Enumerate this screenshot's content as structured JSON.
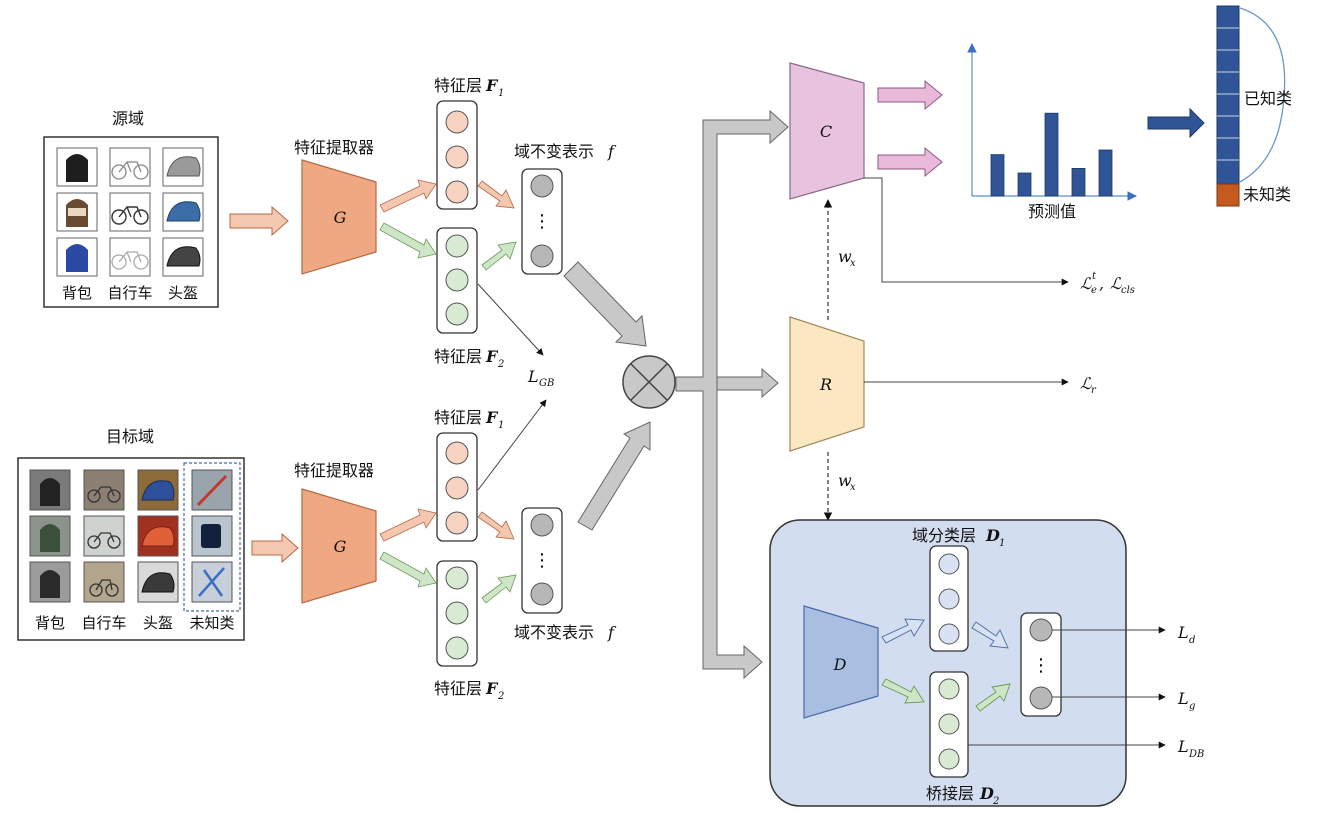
{
  "source": {
    "title": "源域",
    "labels": [
      "背包",
      "自行车",
      "头盔"
    ]
  },
  "target": {
    "title": "目标域",
    "labels": [
      "背包",
      "自行车",
      "头盔",
      "未知类"
    ]
  },
  "extractor": {
    "title": "特征提取器",
    "symbol": "G"
  },
  "feature_layer": "特征层",
  "f1_symbol": "F",
  "f1_sub": "1",
  "f2_symbol": "F",
  "f2_sub": "2",
  "domain_invariant": "域不变表示",
  "f_symbol": "f",
  "ellipsis": "⋮",
  "lgb": {
    "symbol": "L",
    "sub": "GB"
  },
  "classifier": {
    "symbol": "C"
  },
  "regressor": {
    "symbol": "R"
  },
  "discriminator": {
    "symbol": "D",
    "d1_label": "域分类层",
    "d1_sym": "D",
    "d1_sub": "1",
    "d2_label": "桥接层",
    "d2_sym": "D",
    "d2_sub": "2"
  },
  "wx": {
    "symbol": "w",
    "sub": "x"
  },
  "losses": {
    "ce_symbol": "ℒ",
    "ce_sub": "e",
    "ce_sup": "t",
    "comma": ",",
    "cls_symbol": "ℒ",
    "cls_sub": "cls",
    "r_symbol": "ℒ",
    "r_sub": "r",
    "d_symbol": "L",
    "d_sub": "d",
    "g_symbol": "L",
    "g_sub": "g",
    "db_symbol": "L",
    "db_sub": "DB"
  },
  "prediction": {
    "xlabel": "预测值",
    "bars": [
      0.45,
      0.25,
      0.9,
      0.3,
      0.5
    ]
  },
  "output": {
    "known": "已知类",
    "unknown": "未知类"
  },
  "colors": {
    "G": "#f0a883",
    "C": "#e8c3dd",
    "R": "#fbe7c0",
    "D": "#a9bfe2",
    "D_panel": "#d3ddf0",
    "node_orange": "#f8d3c1",
    "node_green": "#d8ebd2",
    "node_gray": "#b7b7b9",
    "node_blue": "#d9e2f3",
    "bar": "#2f5597",
    "unknown_cell": "#c55a20",
    "arrow_orange": "#f4c8b0",
    "arrow_green": "#cfe5c7",
    "arrow_pink": "#e8b9d8",
    "arrow_gray": "#c8c8c8",
    "arrow_blue": "#2f5597"
  }
}
